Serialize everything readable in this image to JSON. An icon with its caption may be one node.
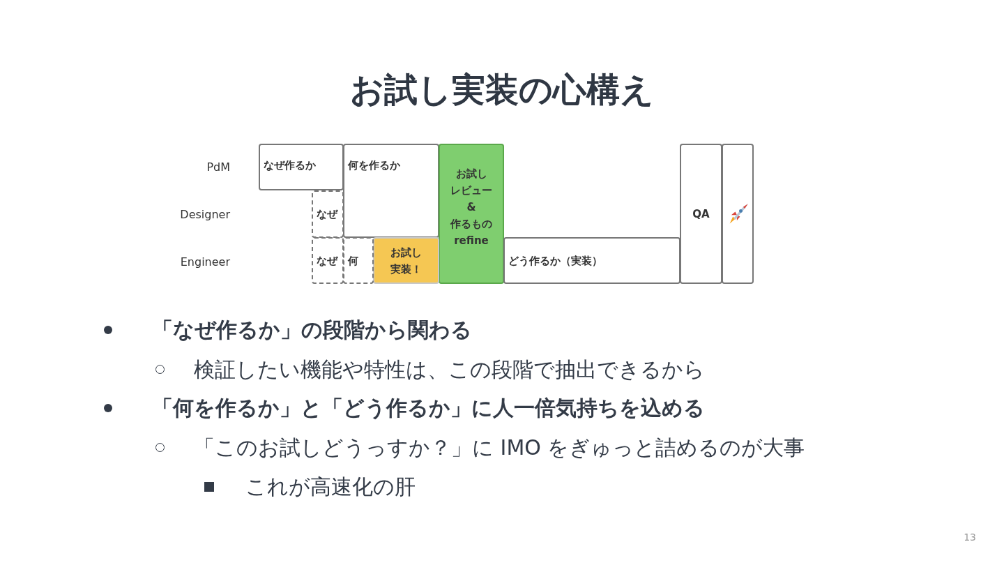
{
  "diagram": {
    "title": "お試し実装の心構え",
    "nodes": [
      {
        "text": [
          "なぜ作るか"
        ]
      },
      {
        "text": [
          "何を作るか"
        ]
      },
      {
        "text": [
          "お試しレビュー&作るものrefine"
        ]
      },
      {
        "text": [
          "QA"
        ]
      },
      {
        "text": [],
        "shape": "box"
      },
      {
        "text": [
          "なぜ"
        ]
      },
      {
        "text": [
          "なぜ"
        ]
      },
      {
        "text": [
          "何"
        ]
      },
      {
        "text": [
          "お試し実装！"
        ]
      },
      {
        "text": [
          "どう作るか（実装）"
        ]
      }
    ],
    "labels": [
      "PdM",
      "Designer",
      "Engineer",
      "「なぜ作るか」の段階から関わる",
      "検証したい機能や特性は、この段階で抽出できるから",
      "「何を作るか」と「どう作るか」に人一倍気持ちを込める",
      "「このお試しどうっすか？」に IMO をぎゅっと詰めるのが大事",
      "これが高速化の肝",
      "13"
    ]
  }
}
